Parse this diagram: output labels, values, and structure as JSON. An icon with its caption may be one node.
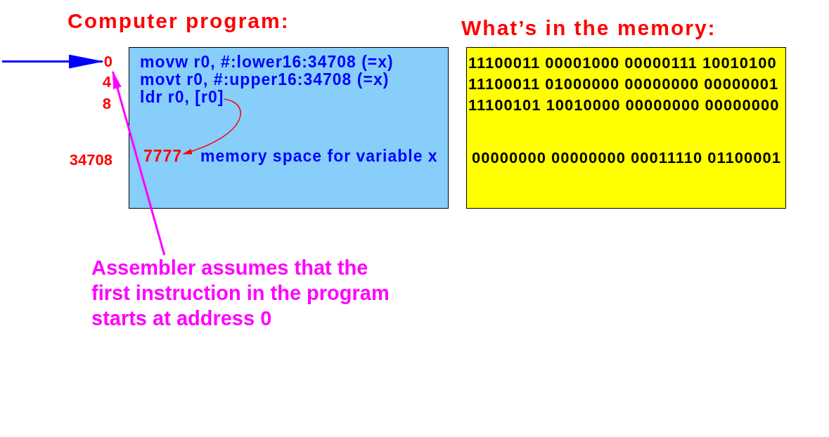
{
  "diagram": {
    "nodes": [
      {
        "text": [
          "Computer program:",
          "movw r0, #:lower16:34708 (=x)",
          "movt r0, #:upper16:34708 (=x)"
        ]
      },
      {
        "text": [
          "ldr r0, [r0]"
        ],
        "in": 0
      },
      {
        "text": [
          "7777"
        ],
        "in": 0,
        "beside": [
          "memory space for variable x"
        ]
      },
      {
        "text": [
          "What’s in the memory:",
          "11100011 00001000 00000111 10010100",
          "11100011 01000000 00000000 00000001",
          "11100101 10010000 00000000 00000000",
          "00000000 00000000 00011110 01100001"
        ]
      },
      {
        "text": [
          "0"
        ]
      },
      {
        "text": [
          "Assembler assumes that the first instruction in the program starts at address 0"
        ]
      }
    ],
    "edges": [
      {
        "from": null,
        "to": 4,
        "arrow": "to",
        "color": "#0000ff"
      },
      {
        "from": 1,
        "to": 2,
        "arrow": "to",
        "color": "#ff0000"
      },
      {
        "from": 5,
        "to": 4,
        "arrow": "to",
        "color": "#ff00ff"
      }
    ],
    "labels": [
      "4",
      "8",
      "34708"
    ]
  }
}
